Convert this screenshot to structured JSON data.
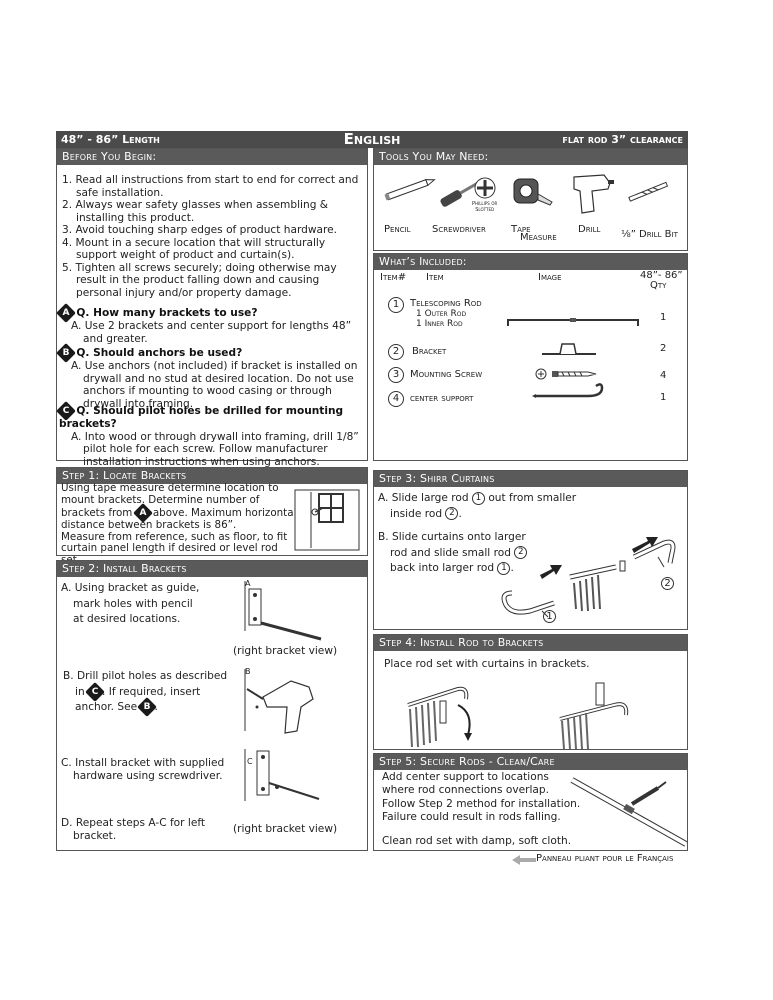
{
  "top_bar": {
    "length": "48” - 86” Length",
    "language": "English",
    "product": "flat rod 3” clearance"
  },
  "before_you_begin": {
    "header": "Before You Begin:",
    "rules": [
      "1. Read all instructions from start to end for correct and safe installation.",
      "2. Always wear safety glasses when assembling & installing this product.",
      "3. Avoid touching sharp edges of product hardware.",
      "4. Mount in a secure location that will structurally support weight of product and curtain(s).",
      "5. Tighten all screws securely; doing otherwise may result in the product falling down and causing personal injury and/or property damage."
    ],
    "qa": [
      {
        "badge": "A",
        "question": "Q. How many brackets to use?",
        "answer": "A. Use 2 brackets and center support for lengths 48” and greater."
      },
      {
        "badge": "B",
        "question": "Q. Should anchors be used?",
        "answer": "A. Use anchors (not included) if bracket is installed on drywall and no stud at desired location. Do not use anchors if mounting to wood casing or through drywall into framing."
      },
      {
        "badge": "C",
        "question": "Q. Should pilot holes be drilled for mounting brackets?",
        "answer": "A. Into wood or through drywall into framing, drill 1/8” pilot hole for each screw. Follow manufacturer installation instructions when using anchors."
      }
    ]
  },
  "tools": {
    "header": "Tools You May Need:",
    "items": [
      "Pencil",
      "Screwdriver",
      "Tape",
      "Measure",
      "Drill",
      "⅛” Drill Bit"
    ],
    "phillips_note_1": "Phillips or",
    "phillips_note_2": "Slotted"
  },
  "whats_included": {
    "header": "What’s Included:",
    "col_item_no": "Item#",
    "col_item": "Item",
    "col_image": "Image",
    "col_qty_top": "48”- 86”",
    "col_qty": "Qty",
    "rows": [
      {
        "num": "1",
        "name": "Telescoping Rod",
        "sub1": "1 Outer Rod",
        "sub2": "1 Inner Rod",
        "qty": "1"
      },
      {
        "num": "2",
        "name": "Bracket",
        "qty": "2"
      },
      {
        "num": "3",
        "name": "Mounting Screw",
        "qty": "4"
      },
      {
        "num": "4",
        "name": "center support",
        "qty": "1"
      }
    ]
  },
  "step1": {
    "header": "Step 1:   Locate Brackets",
    "line1": "Using tape measure determine location to",
    "line2": "mount brackets. Determine number of",
    "line3a": "brackets from",
    "badge": "A",
    "line3b": "above. Maximum horizontal",
    "line4": "distance between brackets is 86”.",
    "line5": "Measure from reference, such as floor, to fit",
    "line6": "curtain panel length if desired or level rod set."
  },
  "step2": {
    "header": "Step 2:   Install Brackets",
    "a1": "A. Using bracket as guide,",
    "a2": "mark holes with pencil",
    "a3": "at desired locations.",
    "view_note_1": "(right bracket view)",
    "b1": "B. Drill pilot holes as described",
    "b2a": "in",
    "b2_badge": "C",
    "b2b": ". If required, insert",
    "b3a": "anchor. See",
    "b3_badge": "B",
    "b3b": ".",
    "c1": "C. Install bracket with supplied",
    "c2": "hardware using screwdriver.",
    "d1": "D. Repeat steps A-C for left",
    "d2": "bracket.",
    "view_note_2": "(right bracket view)",
    "fig_a": "A",
    "fig_b": "B",
    "fig_c": "C"
  },
  "step3": {
    "header": "Step 3:     Shirr Curtains",
    "a1a": "A. Slide large rod",
    "a1_circle": "1",
    "a1b": "out from smaller",
    "a2a": "inside rod",
    "a2_circle": "2",
    "a2b": ".",
    "b1": "B. Slide curtains onto larger",
    "b2a": "rod and slide small rod",
    "b2_circle": "2",
    "b3a": "back into larger rod",
    "b3_circle": "1",
    "b3b": ".",
    "fig_label_1": "1",
    "fig_label_2": "2"
  },
  "step4": {
    "header": "Step 4:     Install Rod to Brackets",
    "text": "Place rod set with curtains in brackets."
  },
  "step5": {
    "header": "Step 5:     Secure Rods - Clean/Care",
    "l1": "Add center support to locations",
    "l2": "where rod connections overlap.",
    "l3": "Follow Step 2 method for installation.",
    "l4": "Failure could result in rods falling.",
    "l5": "Clean rod set with damp, soft cloth."
  },
  "footer": {
    "text": "Panneau pliant pour le Français"
  }
}
